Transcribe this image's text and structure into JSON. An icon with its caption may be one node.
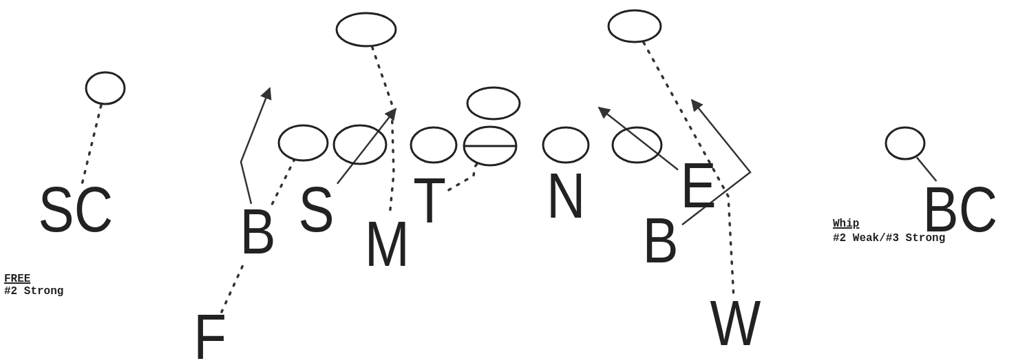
{
  "diagram": {
    "nodes": [
      {
        "text": [],
        "shape": "ellipse"
      },
      {
        "text": [],
        "shape": "ellipse"
      },
      {
        "text": [],
        "shape": "ellipse"
      },
      {
        "text": [],
        "shape": "ellipse"
      },
      {
        "text": [],
        "shape": "ellipse"
      },
      {
        "text": [],
        "shape": "ellipse"
      },
      {
        "text": [],
        "shape": "ellipse"
      },
      {
        "text": [],
        "shape": "ellipse"
      },
      {
        "text": [],
        "shape": "ellipse"
      },
      {
        "text": [],
        "shape": "ellipse"
      },
      {
        "text": [],
        "shape": "ellipse"
      },
      {
        "text": [
          "SC"
        ]
      },
      {
        "text": [
          "B"
        ]
      },
      {
        "text": [
          "S"
        ]
      },
      {
        "text": [
          "T"
        ]
      },
      {
        "text": [
          "M"
        ]
      },
      {
        "text": [
          "N"
        ]
      },
      {
        "text": [
          "E"
        ]
      },
      {
        "text": [
          "B"
        ]
      },
      {
        "text": [
          "BC"
        ]
      },
      {
        "text": [
          "W"
        ]
      },
      {
        "text": [
          "F"
        ]
      }
    ],
    "edges": [
      {
        "from": 11,
        "to": 2,
        "arrow": "none",
        "style": "dashed"
      },
      {
        "from": 12,
        "to": null,
        "arrow": "to"
      },
      {
        "from": 21,
        "to": 12,
        "arrow": "none",
        "style": "dashed"
      },
      {
        "from": 12,
        "to": 4,
        "arrow": "none",
        "style": "dashed"
      },
      {
        "from": 13,
        "to": null,
        "arrow": "to"
      },
      {
        "from": 0,
        "to": 15,
        "arrow": "none",
        "style": "dashed"
      },
      {
        "from": 14,
        "to": 7,
        "arrow": "none",
        "style": "dashed"
      },
      {
        "from": 17,
        "to": null,
        "arrow": "to"
      },
      {
        "from": 1,
        "to": 20,
        "arrow": "none",
        "style": "dashed"
      },
      {
        "from": 18,
        "to": null,
        "arrow": "to"
      },
      {
        "from": 19,
        "to": 10,
        "arrow": "none"
      }
    ],
    "labels": [
      "FREE",
      "#2 Strong",
      "Whip",
      "#2 Weak/#3 Strong"
    ]
  }
}
